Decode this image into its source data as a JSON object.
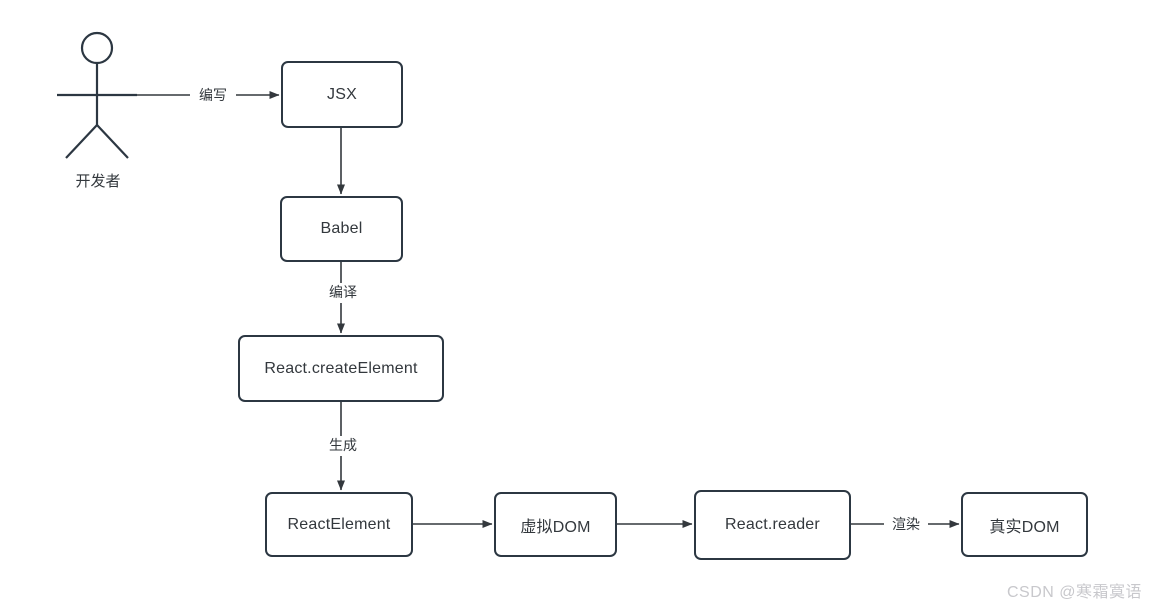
{
  "diagram": {
    "title": "React JSX rendering pipeline flowchart",
    "stroke_color": "#2c3742",
    "line_color": "#33383d",
    "text_color": "#33383d",
    "background_color": "#ffffff",
    "actor": {
      "name": "developer-actor",
      "label": "开发者"
    },
    "nodes": [
      {
        "id": "jsx",
        "label": "JSX"
      },
      {
        "id": "babel",
        "label": "Babel"
      },
      {
        "id": "create_element",
        "label": "React.createElement"
      },
      {
        "id": "react_element",
        "label": "ReactElement"
      },
      {
        "id": "virtual_dom",
        "label": "虚拟DOM"
      },
      {
        "id": "react_reader",
        "label": "React.reader"
      },
      {
        "id": "real_dom",
        "label": "真实DOM"
      }
    ],
    "edges": [
      {
        "id": "actor-to-jsx",
        "label": "编写"
      },
      {
        "id": "jsx-to-babel",
        "label": ""
      },
      {
        "id": "babel-to-create-element",
        "label": "编译"
      },
      {
        "id": "create-element-to-react-element",
        "label": "生成"
      },
      {
        "id": "react-element-to-virtual-dom",
        "label": ""
      },
      {
        "id": "virtual-dom-to-react-reader",
        "label": ""
      },
      {
        "id": "react-reader-to-real-dom",
        "label": "渲染"
      }
    ]
  },
  "watermark": {
    "text": "CSDN @寒霜寞语",
    "color": "#c8c8cc"
  }
}
